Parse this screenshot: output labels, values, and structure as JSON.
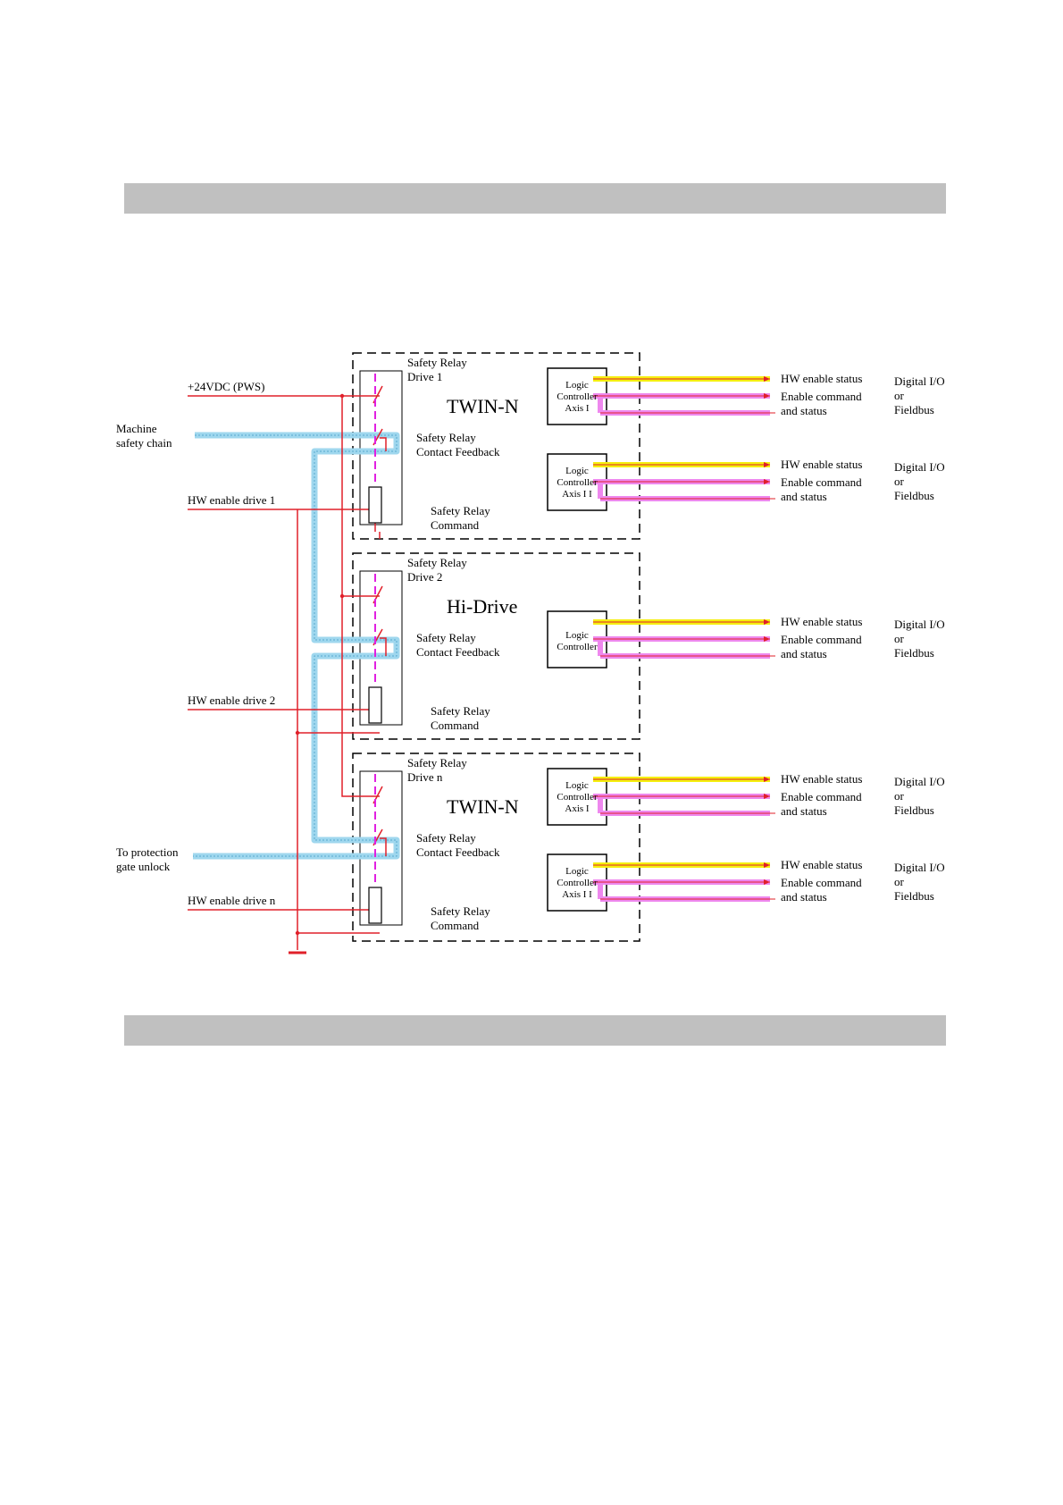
{
  "header_band": {
    "color": "#c0c0c0"
  },
  "footer_band": {
    "color": "#c0c0c0"
  },
  "colors": {
    "power": "#e0202a",
    "safety_chain": "#9fd7ee",
    "hw_status": "#f5ef10",
    "enable": "#ee88ee",
    "channel_dash": "#e020e0"
  },
  "inputs": {
    "supply": "+24VDC (PWS)",
    "machine_chain_l1": "Machine",
    "machine_chain_l2": "safety chain",
    "hw_enable_1": "HW enable drive 1",
    "hw_enable_2": "HW enable drive 2",
    "hw_enable_n": "HW enable drive n",
    "protection_l1": "To protection",
    "protection_l2": "gate unlock"
  },
  "drives": [
    {
      "relay_title_l1": "Safety Relay",
      "relay_title_l2": "Drive 1",
      "model": "TWIN-N",
      "feedback_l1": "Safety Relay",
      "feedback_l2": "Contact Feedback",
      "command_l1": "Safety Relay",
      "command_l2": "Command"
    },
    {
      "relay_title_l1": "Safety Relay",
      "relay_title_l2": "Drive 2",
      "model": "Hi-Drive",
      "feedback_l1": "Safety Relay",
      "feedback_l2": "Contact Feedback",
      "command_l1": "Safety Relay",
      "command_l2": "Command"
    },
    {
      "relay_title_l1": "Safety Relay",
      "relay_title_l2": "Drive n",
      "model": "TWIN-N",
      "feedback_l1": "Safety Relay",
      "feedback_l2": "Contact Feedback",
      "command_l1": "Safety Relay",
      "command_l2": "Command"
    }
  ],
  "controllers": [
    {
      "l1": "Logic",
      "l2": "Controller",
      "l3": "Axis I"
    },
    {
      "l1": "Logic",
      "l2": "Controller",
      "l3": "Axis I I"
    },
    {
      "l1": "Logic",
      "l2": "Controller",
      "l3": ""
    },
    {
      "l1": "Logic",
      "l2": "Controller",
      "l3": "Axis I"
    },
    {
      "l1": "Logic",
      "l2": "Controller",
      "l3": "Axis I I"
    }
  ],
  "signals": {
    "hw_status": "HW enable status",
    "enable_cmd": "Enable command",
    "and_status": "and status",
    "io_l1": "Digital I/O",
    "io_l2": "or",
    "io_l3": "Fieldbus"
  }
}
